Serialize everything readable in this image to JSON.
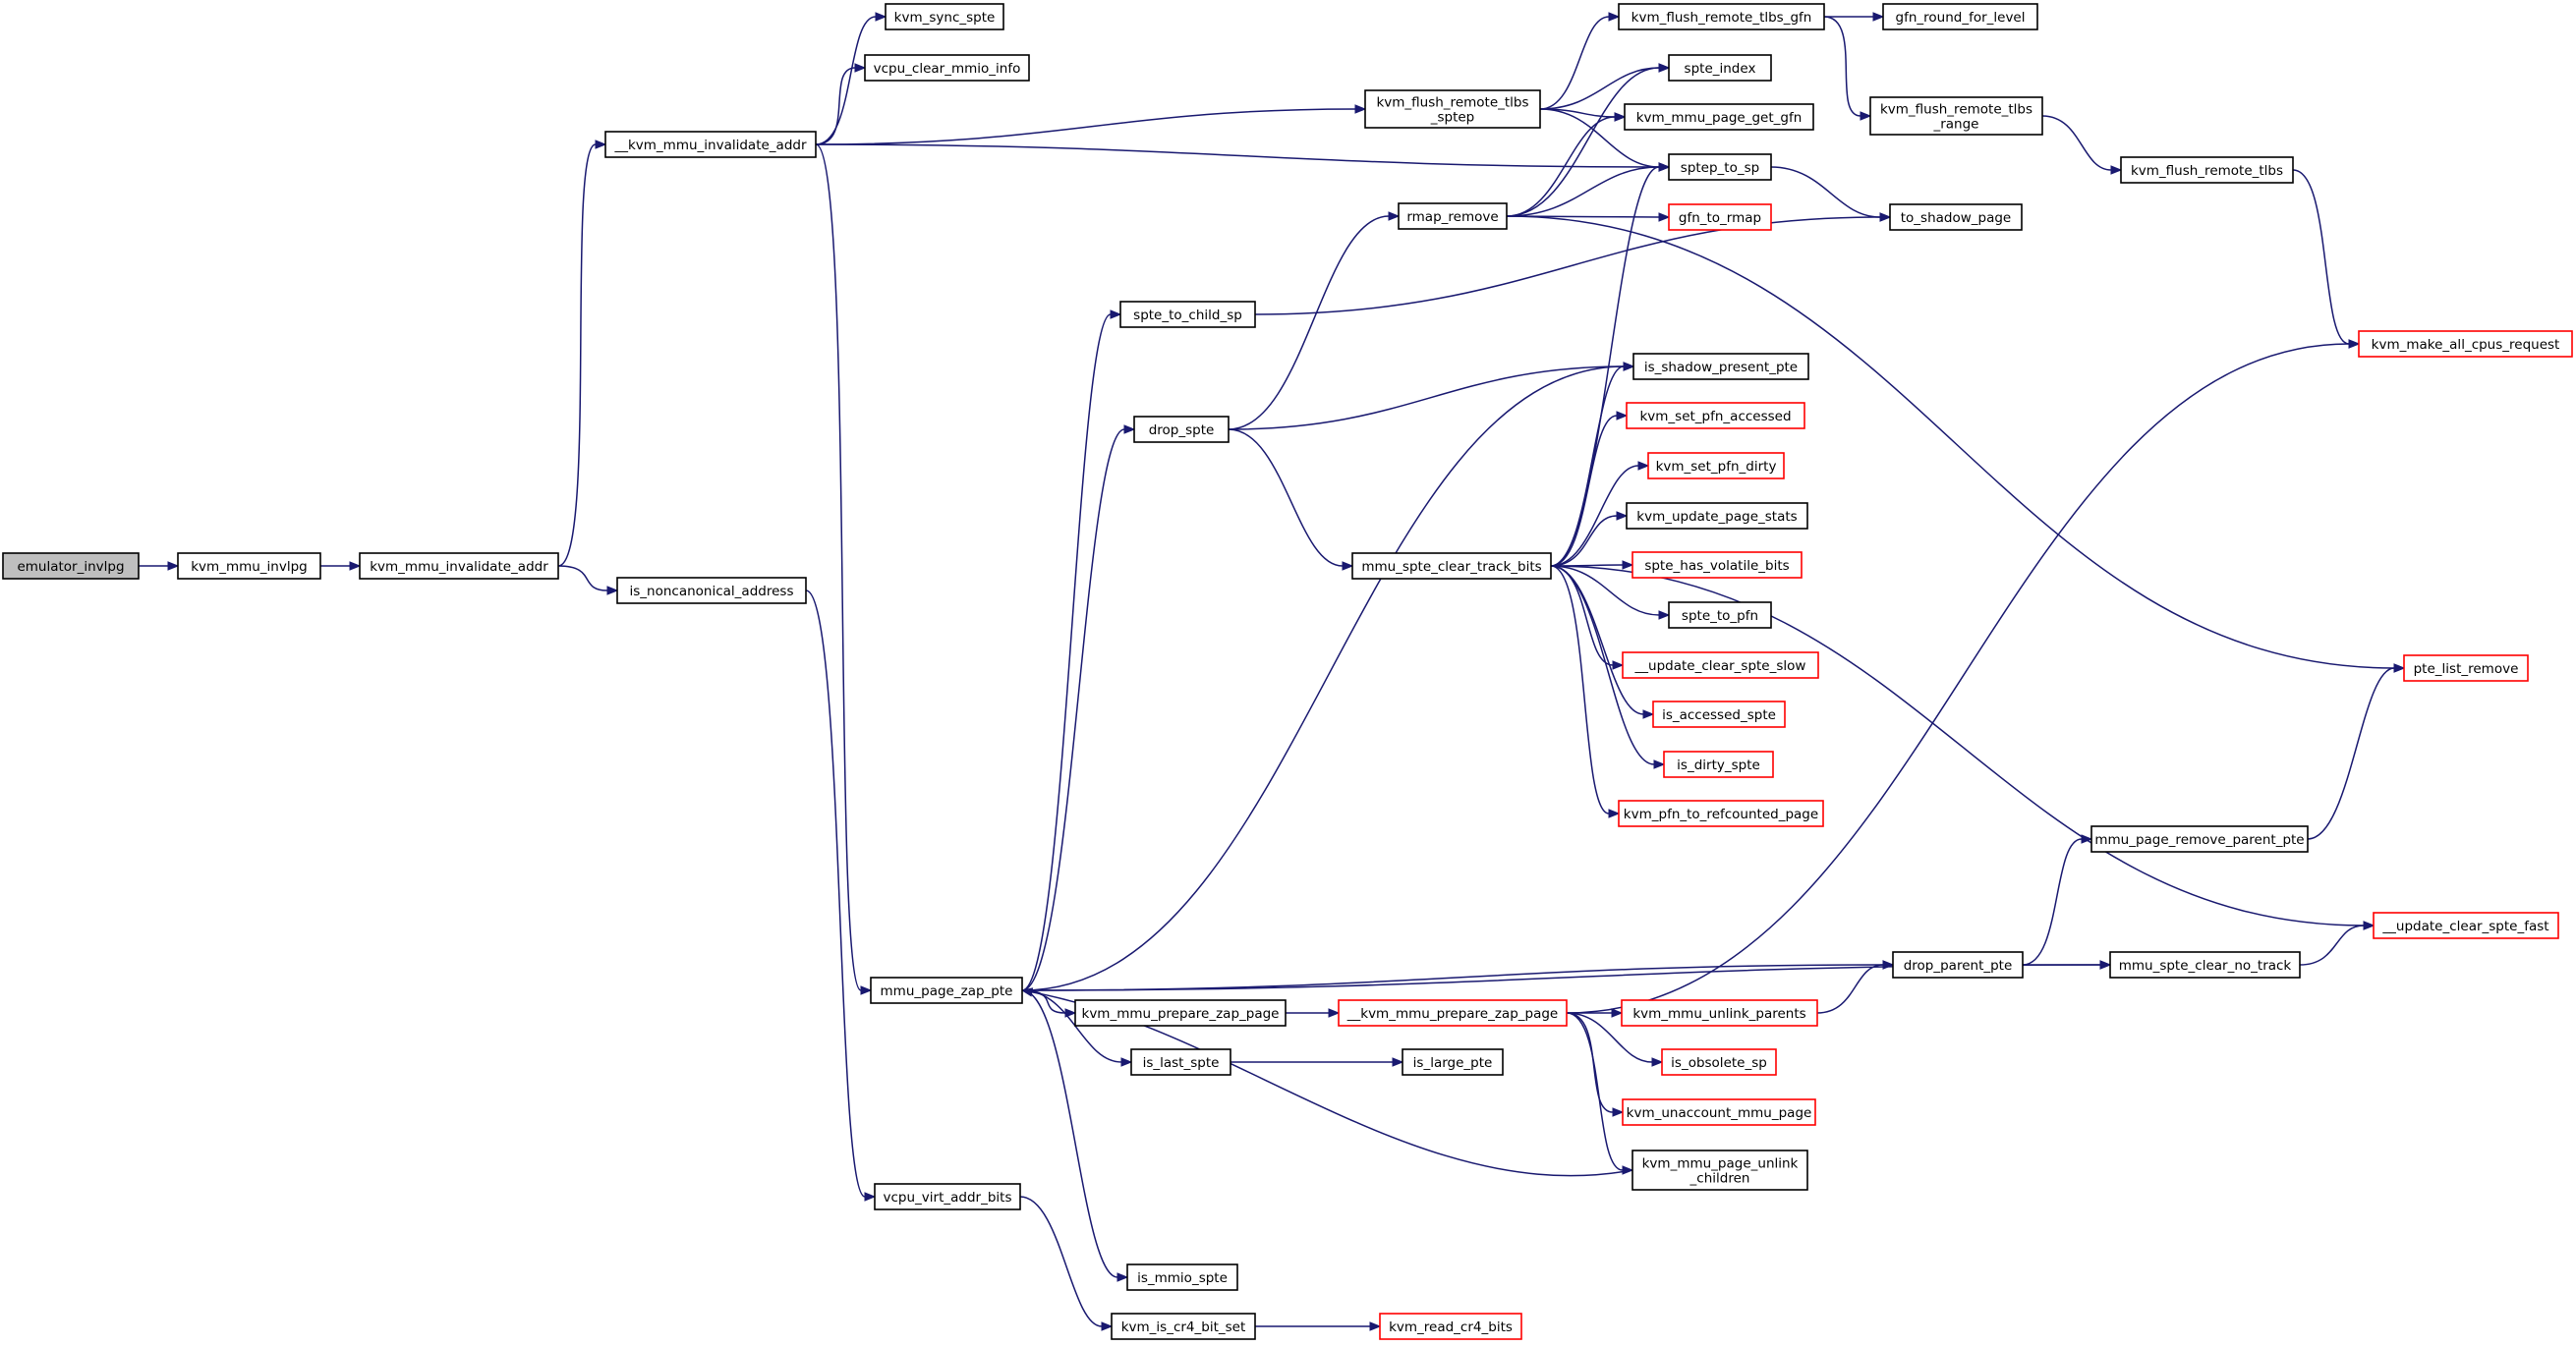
{
  "nodes": {
    "emulator_invlpg": {
      "lines": [
        "emulator_invlpg"
      ],
      "style": "root"
    },
    "kvm_mmu_invlpg": {
      "lines": [
        "kvm_mmu_invlpg"
      ],
      "style": "normal"
    },
    "kvm_mmu_invalidate_addr": {
      "lines": [
        "kvm_mmu_invalidate_addr"
      ],
      "style": "normal"
    },
    "is_noncanonical_address": {
      "lines": [
        "is_noncanonical_address"
      ],
      "style": "normal"
    },
    "__kvm_mmu_invalidate_addr": {
      "lines": [
        "__kvm_mmu_invalidate_addr"
      ],
      "style": "normal"
    },
    "kvm_sync_spte": {
      "lines": [
        "kvm_sync_spte"
      ],
      "style": "normal"
    },
    "vcpu_clear_mmio_info": {
      "lines": [
        "vcpu_clear_mmio_info"
      ],
      "style": "normal"
    },
    "kvm_flush_remote_tlbs_sptep": {
      "lines": [
        "kvm_flush_remote_tlbs",
        "_sptep"
      ],
      "style": "normal"
    },
    "kvm_flush_remote_tlbs_gfn": {
      "lines": [
        "kvm_flush_remote_tlbs_gfn"
      ],
      "style": "normal"
    },
    "gfn_round_for_level": {
      "lines": [
        "gfn_round_for_level"
      ],
      "style": "normal"
    },
    "spte_index": {
      "lines": [
        "spte_index"
      ],
      "style": "normal"
    },
    "kvm_mmu_page_get_gfn": {
      "lines": [
        "kvm_mmu_page_get_gfn"
      ],
      "style": "normal"
    },
    "kvm_flush_remote_tlbs_range": {
      "lines": [
        "kvm_flush_remote_tlbs",
        "_range"
      ],
      "style": "normal"
    },
    "sptep_to_sp": {
      "lines": [
        "sptep_to_sp"
      ],
      "style": "normal"
    },
    "kvm_flush_remote_tlbs": {
      "lines": [
        "kvm_flush_remote_tlbs"
      ],
      "style": "normal"
    },
    "rmap_remove": {
      "lines": [
        "rmap_remove"
      ],
      "style": "normal"
    },
    "gfn_to_rmap": {
      "lines": [
        "gfn_to_rmap"
      ],
      "style": "red"
    },
    "to_shadow_page": {
      "lines": [
        "to_shadow_page"
      ],
      "style": "normal"
    },
    "spte_to_child_sp": {
      "lines": [
        "spte_to_child_sp"
      ],
      "style": "normal"
    },
    "kvm_make_all_cpus_request": {
      "lines": [
        "kvm_make_all_cpus_request"
      ],
      "style": "red"
    },
    "is_shadow_present_pte": {
      "lines": [
        "is_shadow_present_pte"
      ],
      "style": "normal"
    },
    "drop_spte": {
      "lines": [
        "drop_spte"
      ],
      "style": "normal"
    },
    "kvm_set_pfn_accessed": {
      "lines": [
        "kvm_set_pfn_accessed"
      ],
      "style": "red"
    },
    "kvm_set_pfn_dirty": {
      "lines": [
        "kvm_set_pfn_dirty"
      ],
      "style": "red"
    },
    "kvm_update_page_stats": {
      "lines": [
        "kvm_update_page_stats"
      ],
      "style": "normal"
    },
    "mmu_spte_clear_track_bits": {
      "lines": [
        "mmu_spte_clear_track_bits"
      ],
      "style": "normal"
    },
    "spte_has_volatile_bits": {
      "lines": [
        "spte_has_volatile_bits"
      ],
      "style": "red"
    },
    "spte_to_pfn": {
      "lines": [
        "spte_to_pfn"
      ],
      "style": "normal"
    },
    "__update_clear_spte_slow": {
      "lines": [
        "__update_clear_spte_slow"
      ],
      "style": "red"
    },
    "pte_list_remove": {
      "lines": [
        "pte_list_remove"
      ],
      "style": "red"
    },
    "is_accessed_spte": {
      "lines": [
        "is_accessed_spte"
      ],
      "style": "red"
    },
    "is_dirty_spte": {
      "lines": [
        "is_dirty_spte"
      ],
      "style": "red"
    },
    "kvm_pfn_to_refcounted_page": {
      "lines": [
        "kvm_pfn_to_refcounted_page"
      ],
      "style": "red"
    },
    "mmu_page_remove_parent_pte": {
      "lines": [
        "mmu_page_remove_parent_pte"
      ],
      "style": "normal"
    },
    "__update_clear_spte_fast": {
      "lines": [
        "__update_clear_spte_fast"
      ],
      "style": "red"
    },
    "drop_parent_pte": {
      "lines": [
        "drop_parent_pte"
      ],
      "style": "normal"
    },
    "mmu_spte_clear_no_track": {
      "lines": [
        "mmu_spte_clear_no_track"
      ],
      "style": "normal"
    },
    "mmu_page_zap_pte": {
      "lines": [
        "mmu_page_zap_pte"
      ],
      "style": "normal"
    },
    "kvm_mmu_prepare_zap_page": {
      "lines": [
        "kvm_mmu_prepare_zap_page"
      ],
      "style": "normal"
    },
    "__kvm_mmu_prepare_zap_page": {
      "lines": [
        "__kvm_mmu_prepare_zap_page"
      ],
      "style": "red"
    },
    "kvm_mmu_unlink_parents": {
      "lines": [
        "kvm_mmu_unlink_parents"
      ],
      "style": "red"
    },
    "is_obsolete_sp": {
      "lines": [
        "is_obsolete_sp"
      ],
      "style": "red"
    },
    "is_last_spte": {
      "lines": [
        "is_last_spte"
      ],
      "style": "normal"
    },
    "is_large_pte": {
      "lines": [
        "is_large_pte"
      ],
      "style": "normal"
    },
    "kvm_unaccount_mmu_page": {
      "lines": [
        "kvm_unaccount_mmu_page"
      ],
      "style": "red"
    },
    "kvm_mmu_page_unlink_children": {
      "lines": [
        "kvm_mmu_page_unlink",
        "_children"
      ],
      "style": "normal"
    },
    "vcpu_virt_addr_bits": {
      "lines": [
        "vcpu_virt_addr_bits"
      ],
      "style": "normal"
    },
    "is_mmio_spte": {
      "lines": [
        "is_mmio_spte"
      ],
      "style": "normal"
    },
    "kvm_is_cr4_bit_set": {
      "lines": [
        "kvm_is_cr4_bit_set"
      ],
      "style": "normal"
    },
    "kvm_read_cr4_bits": {
      "lines": [
        "kvm_read_cr4_bits"
      ],
      "style": "red"
    }
  },
  "edges": [
    [
      "emulator_invlpg",
      "kvm_mmu_invlpg"
    ],
    [
      "kvm_mmu_invlpg",
      "kvm_mmu_invalidate_addr"
    ],
    [
      "kvm_mmu_invalidate_addr",
      "__kvm_mmu_invalidate_addr"
    ],
    [
      "kvm_mmu_invalidate_addr",
      "is_noncanonical_address"
    ],
    [
      "__kvm_mmu_invalidate_addr",
      "kvm_sync_spte"
    ],
    [
      "__kvm_mmu_invalidate_addr",
      "vcpu_clear_mmio_info"
    ],
    [
      "__kvm_mmu_invalidate_addr",
      "kvm_flush_remote_tlbs_sptep"
    ],
    [
      "__kvm_mmu_invalidate_addr",
      "sptep_to_sp"
    ],
    [
      "__kvm_mmu_invalidate_addr",
      "mmu_page_zap_pte"
    ],
    [
      "kvm_flush_remote_tlbs_sptep",
      "kvm_flush_remote_tlbs_gfn"
    ],
    [
      "kvm_flush_remote_tlbs_sptep",
      "spte_index"
    ],
    [
      "kvm_flush_remote_tlbs_sptep",
      "kvm_mmu_page_get_gfn"
    ],
    [
      "kvm_flush_remote_tlbs_sptep",
      "sptep_to_sp"
    ],
    [
      "kvm_flush_remote_tlbs_gfn",
      "gfn_round_for_level"
    ],
    [
      "kvm_flush_remote_tlbs_gfn",
      "kvm_flush_remote_tlbs_range"
    ],
    [
      "kvm_flush_remote_tlbs_range",
      "kvm_flush_remote_tlbs"
    ],
    [
      "kvm_flush_remote_tlbs",
      "kvm_make_all_cpus_request"
    ],
    [
      "sptep_to_sp",
      "to_shadow_page"
    ],
    [
      "rmap_remove",
      "spte_index"
    ],
    [
      "rmap_remove",
      "kvm_mmu_page_get_gfn"
    ],
    [
      "rmap_remove",
      "sptep_to_sp"
    ],
    [
      "rmap_remove",
      "gfn_to_rmap"
    ],
    [
      "rmap_remove",
      "pte_list_remove"
    ],
    [
      "spte_to_child_sp",
      "to_shadow_page"
    ],
    [
      "drop_spte",
      "rmap_remove"
    ],
    [
      "drop_spte",
      "is_shadow_present_pte"
    ],
    [
      "drop_spte",
      "mmu_spte_clear_track_bits"
    ],
    [
      "mmu_spte_clear_track_bits",
      "sptep_to_sp"
    ],
    [
      "mmu_spte_clear_track_bits",
      "is_shadow_present_pte"
    ],
    [
      "mmu_spte_clear_track_bits",
      "kvm_set_pfn_accessed"
    ],
    [
      "mmu_spte_clear_track_bits",
      "kvm_set_pfn_dirty"
    ],
    [
      "mmu_spte_clear_track_bits",
      "kvm_update_page_stats"
    ],
    [
      "mmu_spte_clear_track_bits",
      "spte_has_volatile_bits"
    ],
    [
      "mmu_spte_clear_track_bits",
      "spte_to_pfn"
    ],
    [
      "mmu_spte_clear_track_bits",
      "__update_clear_spte_slow"
    ],
    [
      "mmu_spte_clear_track_bits",
      "is_accessed_spte"
    ],
    [
      "mmu_spte_clear_track_bits",
      "is_dirty_spte"
    ],
    [
      "mmu_spte_clear_track_bits",
      "kvm_pfn_to_refcounted_page"
    ],
    [
      "mmu_spte_clear_track_bits",
      "__update_clear_spte_fast"
    ],
    [
      "mmu_page_remove_parent_pte",
      "pte_list_remove"
    ],
    [
      "drop_parent_pte",
      "mmu_page_remove_parent_pte"
    ],
    [
      "drop_parent_pte",
      "mmu_spte_clear_no_track"
    ],
    [
      "mmu_spte_clear_no_track",
      "__update_clear_spte_fast"
    ],
    [
      "mmu_page_zap_pte",
      "spte_to_child_sp"
    ],
    [
      "mmu_page_zap_pte",
      "drop_spte"
    ],
    [
      "mmu_page_zap_pte",
      "is_shadow_present_pte"
    ],
    [
      "mmu_page_zap_pte",
      "drop_parent_pte"
    ],
    [
      "mmu_page_zap_pte",
      "kvm_mmu_prepare_zap_page"
    ],
    [
      "mmu_page_zap_pte",
      "is_last_spte"
    ],
    [
      "mmu_page_zap_pte",
      "is_mmio_spte"
    ],
    [
      "mmu_page_zap_pte",
      "mmu_spte_clear_no_track"
    ],
    [
      "kvm_mmu_prepare_zap_page",
      "__kvm_mmu_prepare_zap_page"
    ],
    [
      "__kvm_mmu_prepare_zap_page",
      "kvm_make_all_cpus_request"
    ],
    [
      "__kvm_mmu_prepare_zap_page",
      "kvm_mmu_unlink_parents"
    ],
    [
      "__kvm_mmu_prepare_zap_page",
      "is_obsolete_sp"
    ],
    [
      "__kvm_mmu_prepare_zap_page",
      "kvm_unaccount_mmu_page"
    ],
    [
      "__kvm_mmu_prepare_zap_page",
      "kvm_mmu_page_unlink_children"
    ],
    [
      "kvm_mmu_unlink_parents",
      "drop_parent_pte"
    ],
    [
      "kvm_mmu_page_unlink_children",
      "mmu_page_zap_pte"
    ],
    [
      "is_last_spte",
      "is_large_pte"
    ],
    [
      "is_noncanonical_address",
      "vcpu_virt_addr_bits"
    ],
    [
      "vcpu_virt_addr_bits",
      "kvm_is_cr4_bit_set"
    ],
    [
      "kvm_is_cr4_bit_set",
      "kvm_read_cr4_bits"
    ]
  ]
}
